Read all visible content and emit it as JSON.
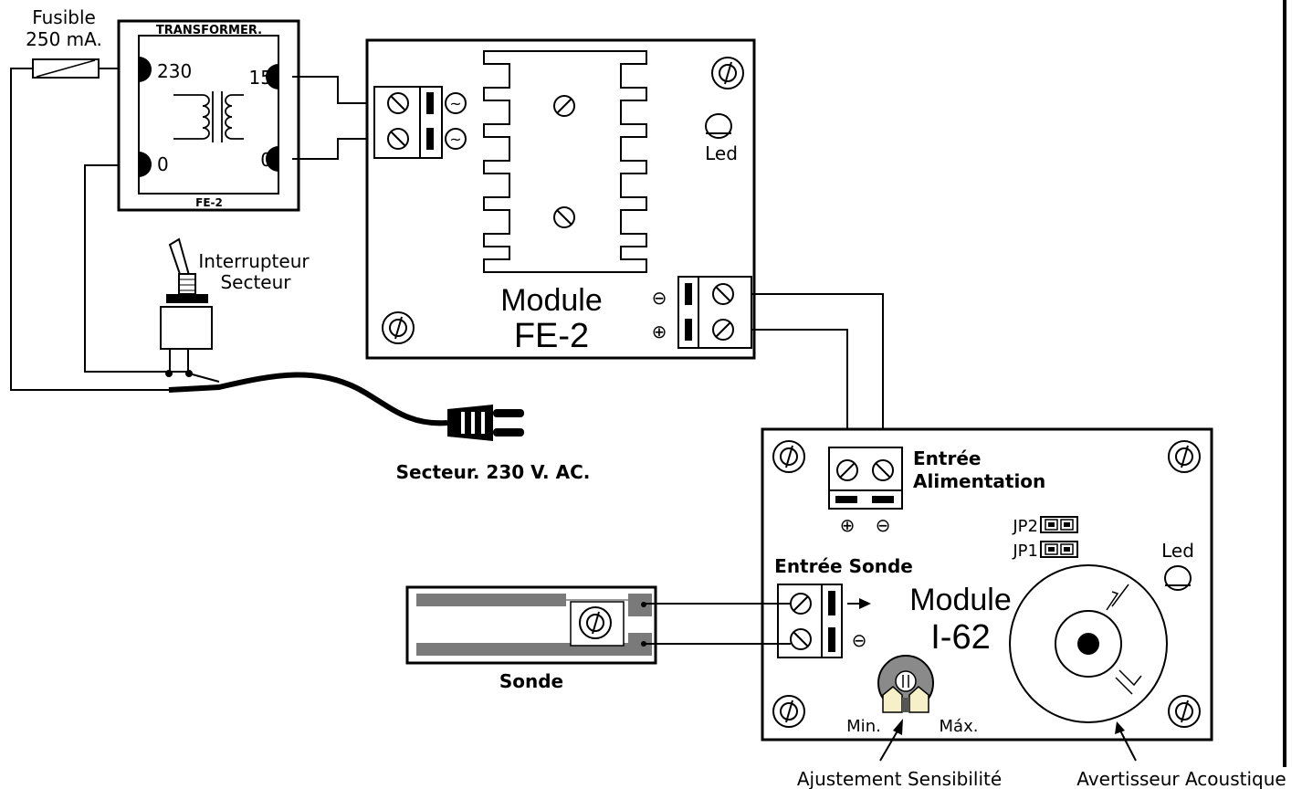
{
  "fuse": {
    "line1": "Fusible",
    "line2": "250 mA."
  },
  "transformer": {
    "title": "TRANSFORMER.",
    "footer": "FE-2",
    "primary_high": "230",
    "primary_low": "0",
    "secondary_high": "15",
    "secondary_low": "0"
  },
  "switch": {
    "line1": "Interrupteur",
    "line2": "Secteur"
  },
  "mains": {
    "label": "Secteur. 230 V. AC."
  },
  "module_fe2": {
    "line1": "Module",
    "line2": "FE-2",
    "led": "Led",
    "ac_symbol": "~",
    "minus_symbol": "⊖",
    "plus_symbol": "⊕"
  },
  "module_i62": {
    "line1": "Module",
    "line2": "I-62",
    "power_input_line1": "Entrée",
    "power_input_line2": "Alimentation",
    "plus_symbol": "⊕",
    "minus_symbol": "⊖",
    "jp2": "JP2",
    "jp1": "JP1",
    "led": "Led",
    "probe_input": "Entrée Sonde",
    "pot_min": "Min.",
    "pot_max": "Máx."
  },
  "probe": {
    "label": "Sonde"
  },
  "callouts": {
    "sensitivity": "Ajustement Sensibilité",
    "buzzer": "Avertisseur Acoustique"
  },
  "colors": {
    "ink": "#000000",
    "paper": "#ffffff",
    "probe_grey": "#7a7a7a",
    "pot_grey": "#8a8a8a"
  }
}
